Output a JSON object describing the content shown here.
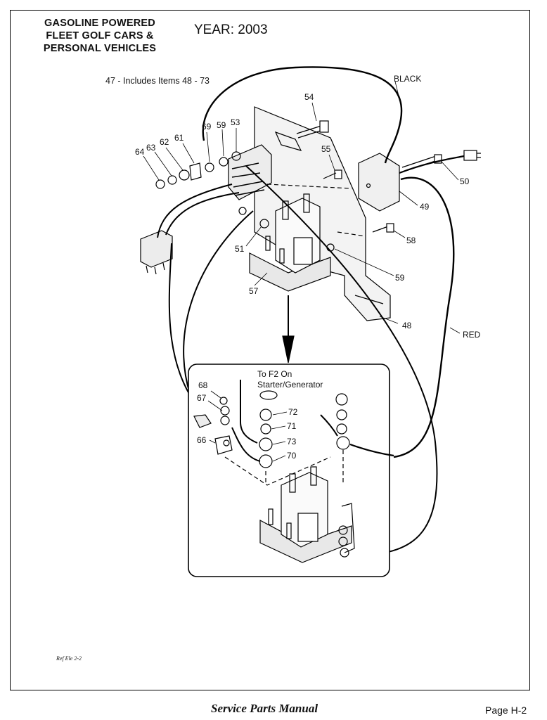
{
  "header": {
    "title_lines": [
      "GASOLINE POWERED",
      "FLEET GOLF CARS &",
      "PERSONAL VEHICLES"
    ],
    "year": "YEAR: 2003"
  },
  "note": "47 - Includes Items 48 - 73",
  "wire_labels": {
    "black": "BLACK",
    "red": "RED"
  },
  "callouts": {
    "c54": "54",
    "c55": "55",
    "c50": "50",
    "c49": "49",
    "c58": "58",
    "c59b": "59",
    "c48": "48",
    "c57": "57",
    "c51": "51",
    "c53": "53",
    "c59a": "59",
    "c69": "69",
    "c61": "61",
    "c62": "62",
    "c63": "63",
    "c64": "64",
    "c68": "68",
    "c67": "67",
    "c66": "66",
    "c72": "72",
    "c71": "71",
    "c73": "73",
    "c70": "70"
  },
  "inset_note_lines": [
    "To F2 On",
    "Starter/Generator"
  ],
  "ref": "Ref Ele 2-2",
  "footer": {
    "title": "Service Parts Manual",
    "page": "Page H-2"
  }
}
